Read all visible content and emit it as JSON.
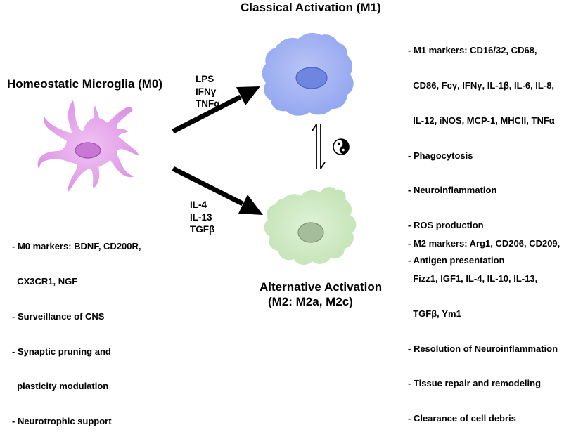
{
  "titles": {
    "m0": "Homeostatic Microglia (M0)",
    "m1": "Classical Activation (M1)",
    "m2_line1": "Alternative Activation",
    "m2_line2": "(M2: M2a, M2c)"
  },
  "stimuli": {
    "m1": [
      "LPS",
      "IFNγ",
      "TNFα"
    ],
    "m2": [
      "IL-4",
      "IL-13",
      "TGFβ"
    ]
  },
  "m0_list": [
    "- M0 markers: BDNF, CD200R,",
    "  CX3CR1, NGF",
    "- Surveillance of CNS",
    "- Synaptic pruning and",
    "  plasticity modulation",
    "- Neurotrophic support"
  ],
  "m1_list": [
    "- M1 markers: CD16/32, CD68,",
    "  CD86, Fcγ, IFNγ, IL-1β, IL-6, IL-8,",
    "  IL-12, iNOS, MCP-1, MHCII, TNFα",
    "- Phagocytosis",
    "- Neuroinflammation",
    "- ROS production",
    "- Antigen presentation"
  ],
  "m2_list": [
    "- M2 markers: Arg1, CD206, CD209,",
    "  Fizz1, IGF1, IL-4, IL-10, IL-13,",
    "  TGFβ, Ym1",
    "- Resolution of Neuroinflammation",
    "- Tissue repair and remodeling",
    "- Clearance of cell debris"
  ],
  "icons": {
    "equilibrium": "equilibrium-arrows-icon",
    "yin_yang": "yin-yang-icon"
  },
  "colors": {
    "m0_cell": "#e6a3ec",
    "m0_nucleus": "#cc6fd6",
    "m1_cell": "#a4b4f3",
    "m1_nucleus": "#6f86e0",
    "m2_cell": "#d1ebc6",
    "m2_nucleus": "#a5bd9b"
  }
}
